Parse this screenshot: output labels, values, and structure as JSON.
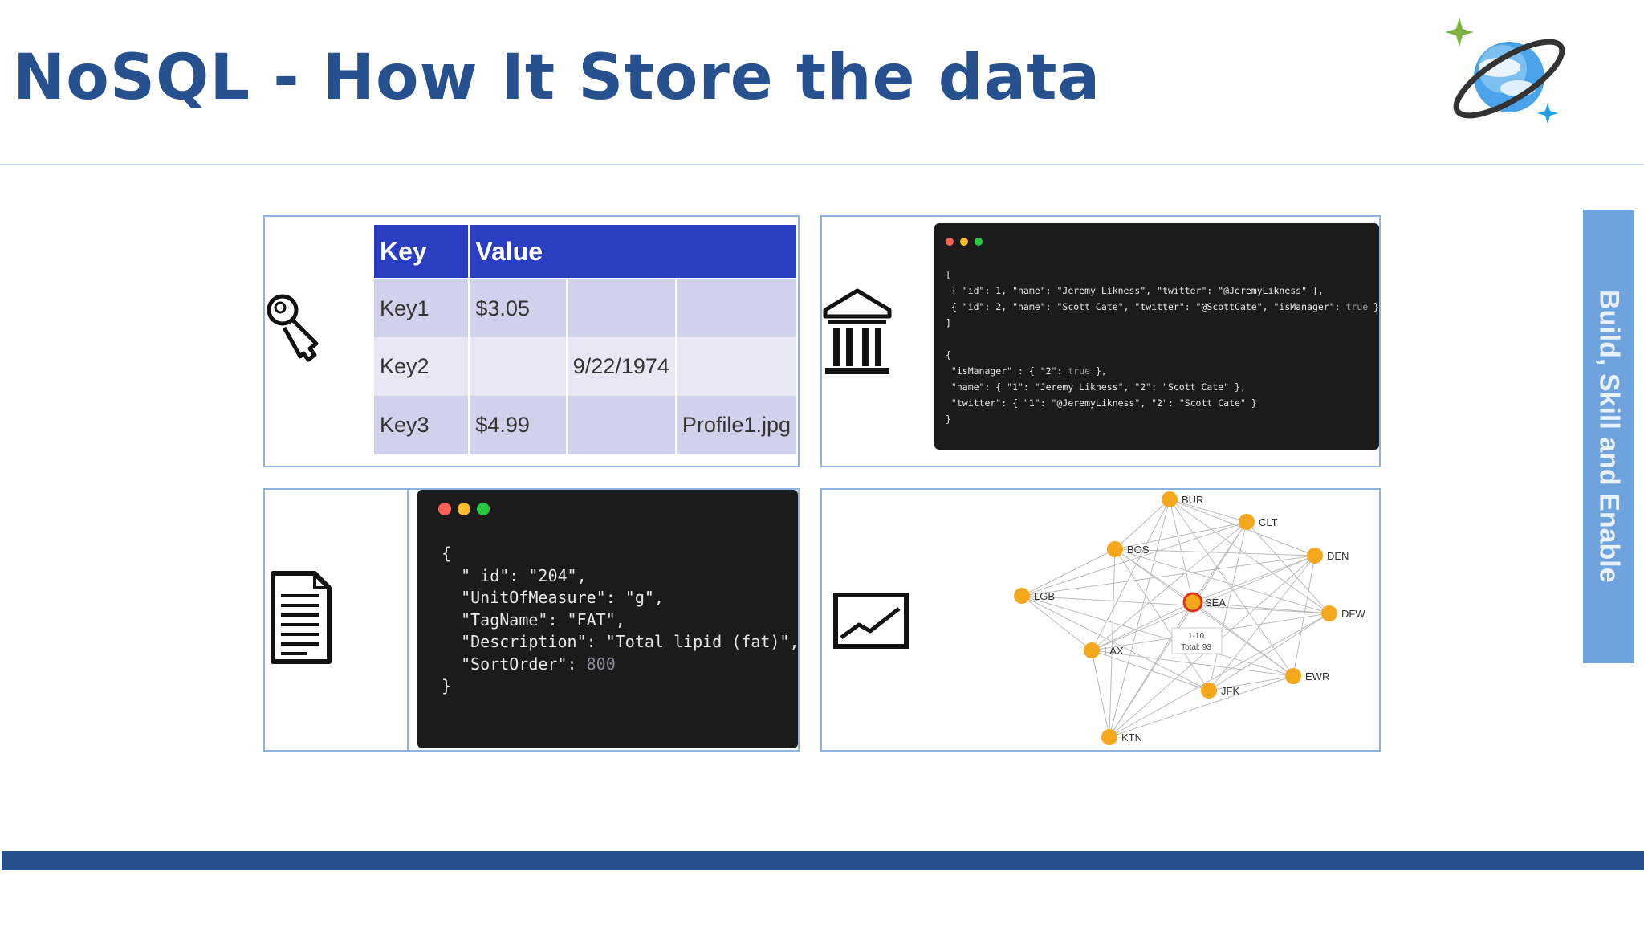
{
  "slide": {
    "title": "NoSQL - How It Store the data",
    "side_tab": "Build, Skill and Enable",
    "colors": {
      "title": "#27508f",
      "side_tab": "#6fa3dd",
      "footer_bar": "#27508f",
      "table_header": "#2a3ec1"
    }
  },
  "logo": {
    "icon": "cosmos-db-planet-icon"
  },
  "key_value_panel": {
    "icon": "key-icon",
    "headers": [
      "Key",
      "Value"
    ],
    "rows": [
      [
        "Key1",
        "$3.05",
        "",
        ""
      ],
      [
        "Key2",
        "",
        "9/22/1974",
        ""
      ],
      [
        "Key3",
        "$4.99",
        "",
        "Profile1.jpg"
      ]
    ]
  },
  "column_family_panel": {
    "icon": "columns-building-icon",
    "code_lines": [
      "[",
      " { \"id\": 1, \"name\": \"Jeremy Likness\", \"twitter\": \"@JeremyLikness\" },",
      " { \"id\": 2, \"name\": \"Scott Cate\", \"twitter\": \"@ScottCate\", \"isManager\": true }",
      "]",
      "",
      "{",
      " \"isManager\" : { \"2\": true },",
      " \"name\": { \"1\": \"Jeremy Likness\", \"2\": \"Scott Cate\" },",
      " \"twitter\": { \"1\": \"@JeremyLikness\", \"2\": \"Scott Cate\" }",
      "}"
    ]
  },
  "document_panel": {
    "icon": "document-icon",
    "code_lines": [
      "{",
      "  \"_id\": \"204\",",
      "  \"UnitOfMeasure\": \"g\",",
      "  \"TagName\": \"FAT\",",
      "  \"Description\": \"Total lipid (fat)\",",
      "  \"SortOrder\": 800",
      "}"
    ]
  },
  "graph_panel": {
    "icon": "line-chart-icon",
    "nodes": [
      "BUR",
      "CLT",
      "BOS",
      "DEN",
      "LGB",
      "SEA",
      "DFW",
      "LAX",
      "EWR",
      "JFK",
      "KTN"
    ],
    "tooltip": [
      "1-10",
      "Total: 93"
    ]
  }
}
